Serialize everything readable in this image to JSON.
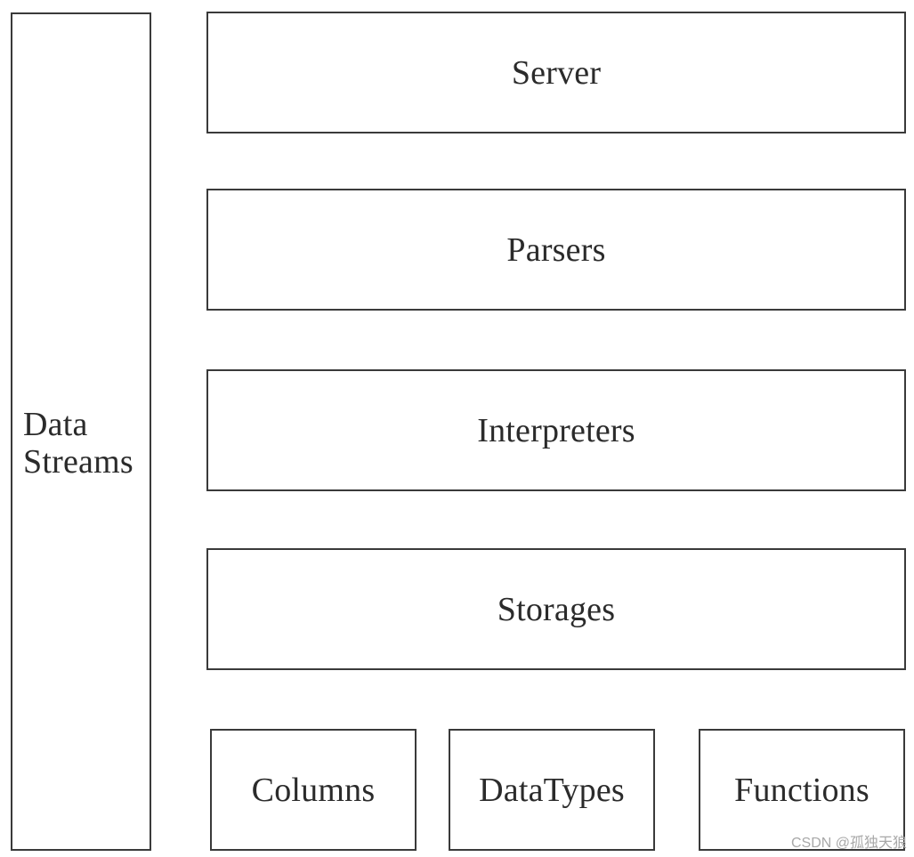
{
  "diagram": {
    "side": {
      "line1": "Data",
      "line2": "Streams"
    },
    "layers": {
      "server": "Server",
      "parsers": "Parsers",
      "interpreters": "Interpreters",
      "storages": "Storages"
    },
    "modules": {
      "columns": "Columns",
      "datatypes": "DataTypes",
      "functions": "Functions"
    }
  },
  "watermark": "CSDN @孤独天狼",
  "colors": {
    "border": "#3a3a3a",
    "text": "#2b2b2b",
    "background": "#ffffff",
    "watermark": "#a8a8a8"
  }
}
